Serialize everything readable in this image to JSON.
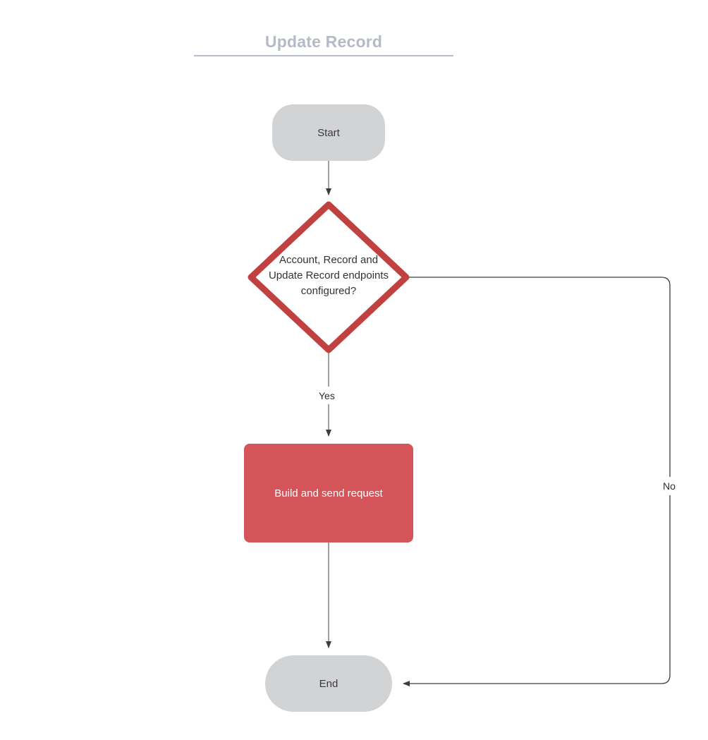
{
  "diagram": {
    "title": "Update Record",
    "type": "flowchart",
    "colors": {
      "terminator_fill": "#d2d3d5",
      "process_fill": "#d45459",
      "decision_stroke": "#c0413f",
      "edge_stroke": "#3c3c3c",
      "title_color": "#b6bac6",
      "rule_color": "#b8bcc8",
      "node_text": "#3a3a3a",
      "process_text": "#ffffff",
      "background": "#ffffff"
    },
    "nodes": [
      {
        "id": "start",
        "shape": "terminator",
        "label": "Start"
      },
      {
        "id": "decision",
        "shape": "diamond",
        "label": "Account, Record and Update Record endpoints configured?",
        "lines": [
          "Account, Record and",
          "Update Record endpoints",
          "configured?"
        ]
      },
      {
        "id": "process",
        "shape": "process",
        "label": "Build and send request"
      },
      {
        "id": "end",
        "shape": "terminator",
        "label": "End"
      }
    ],
    "edges": [
      {
        "from": "start",
        "to": "decision",
        "label": ""
      },
      {
        "from": "decision",
        "to": "process",
        "label": "Yes"
      },
      {
        "from": "process",
        "to": "end",
        "label": ""
      },
      {
        "from": "decision",
        "to": "end",
        "label": "No"
      }
    ]
  }
}
